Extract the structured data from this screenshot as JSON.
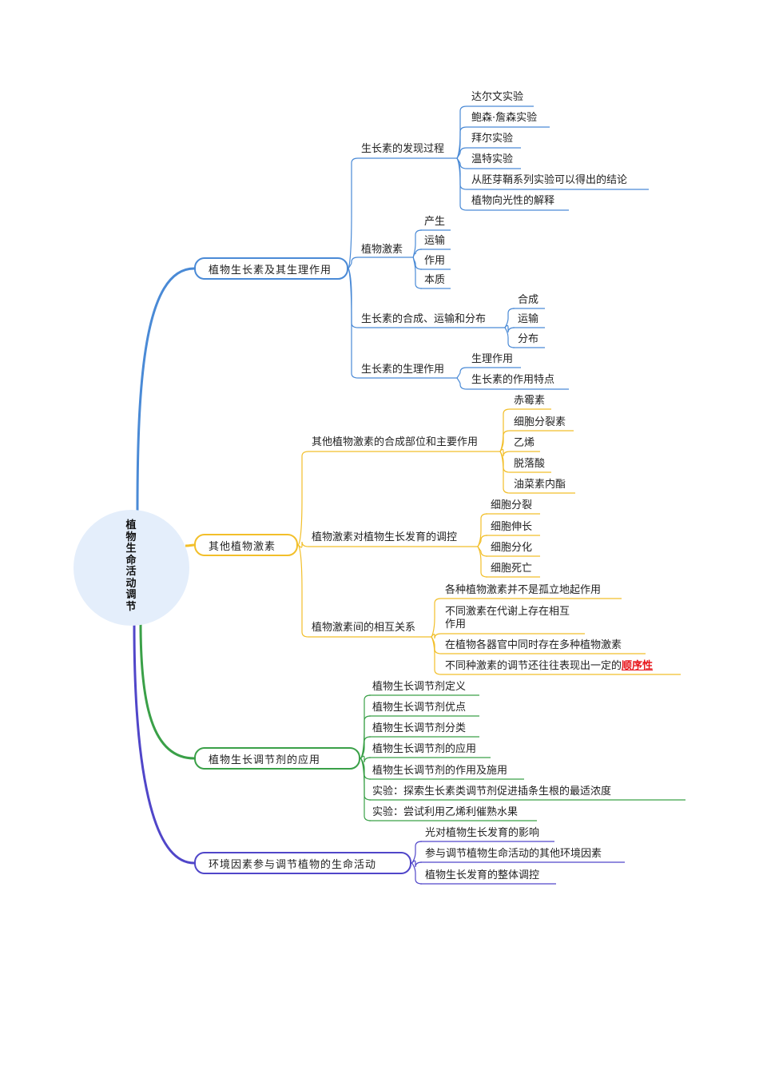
{
  "root": {
    "label": "植物生命活动调节"
  },
  "colors": {
    "branch1": "#4a8ad6",
    "branch2": "#f2bf2a",
    "branch3": "#3aa048",
    "branch4": "#5046c9",
    "highlight": "#e8161b"
  },
  "branches": [
    {
      "label": "植物生长素及其生理作用",
      "children": [
        {
          "label": "生长素的发现过程",
          "children": [
            "达尔文实验",
            "鲍森·詹森实验",
            "拜尔实验",
            "温特实验",
            "从胚芽鞘系列实验可以得出的结论",
            "植物向光性的解释"
          ]
        },
        {
          "label": "植物激素",
          "children": [
            "产生",
            "运输",
            "作用",
            "本质"
          ]
        },
        {
          "label": "生长素的合成、运输和分布",
          "children": [
            "合成",
            "运输",
            "分布"
          ]
        },
        {
          "label": "生长素的生理作用",
          "children": [
            "生理作用",
            "生长素的作用特点"
          ]
        }
      ]
    },
    {
      "label": "其他植物激素",
      "children": [
        {
          "label": "其他植物激素的合成部位和主要作用",
          "children": [
            "赤霉素",
            "细胞分裂素",
            "乙烯",
            "脱落酸",
            "油菜素内酯"
          ]
        },
        {
          "label": "植物激素对植物生长发育的调控",
          "children": [
            "细胞分裂",
            "细胞伸长",
            "细胞分化",
            "细胞死亡"
          ]
        },
        {
          "label": "植物激素间的相互关系",
          "children": [
            "各种植物激素并不是孤立地起作用",
            "不同激素在代谢上存在相互作用",
            "在植物各器官中同时存在多种植物激素",
            "不同种激素的调节还往往表现出一定的"
          ],
          "last_highlight": "顺序性"
        }
      ]
    },
    {
      "label": "植物生长调节剂的应用",
      "children": [
        "植物生长调节剂定义",
        "植物生长调节剂优点",
        "植物生长调节剂分类",
        "植物生长调节剂的应用",
        "植物生长调节剂的作用及施用",
        "实验：探索生长素类调节剂促进插条生根的最适浓度",
        "实验：尝试利用乙烯利催熟水果"
      ]
    },
    {
      "label": "环境因素参与调节植物的生命活动",
      "children": [
        "光对植物生长发育的影响",
        "参与调节植物生命活动的其他环境因素",
        "植物生长发育的整体调控"
      ]
    }
  ]
}
